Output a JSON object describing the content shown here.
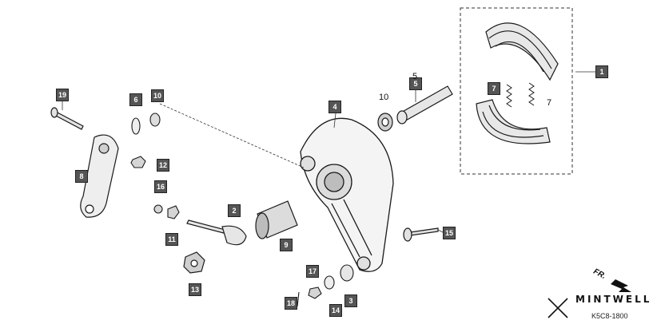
{
  "callouts": [
    {
      "id": "c1",
      "text": "1"
    },
    {
      "id": "c2",
      "text": "2"
    },
    {
      "id": "c3",
      "text": "3"
    },
    {
      "id": "c4",
      "text": "4"
    },
    {
      "id": "c5",
      "text": "5"
    },
    {
      "id": "c6",
      "text": "6"
    },
    {
      "id": "c7",
      "text": "7"
    },
    {
      "id": "c8",
      "text": "8"
    },
    {
      "id": "c9",
      "text": "9"
    },
    {
      "id": "c10",
      "text": "10"
    },
    {
      "id": "c11",
      "text": "11"
    },
    {
      "id": "c12",
      "text": "12"
    },
    {
      "id": "c13",
      "text": "13"
    },
    {
      "id": "c14",
      "text": "14"
    },
    {
      "id": "c15",
      "text": "15"
    },
    {
      "id": "c16",
      "text": "16"
    },
    {
      "id": "c17",
      "text": "17"
    },
    {
      "id": "c18",
      "text": "18"
    },
    {
      "id": "c19",
      "text": "19"
    }
  ],
  "labels": {
    "p5": "5",
    "p10": "10",
    "p7": "7"
  },
  "brand": {
    "name": "MINTWELL",
    "code": "K5C8-1800"
  },
  "direction": {
    "label": "FR."
  },
  "colors": {
    "line": "#1a1a1a",
    "callout_fill": "#555555"
  }
}
